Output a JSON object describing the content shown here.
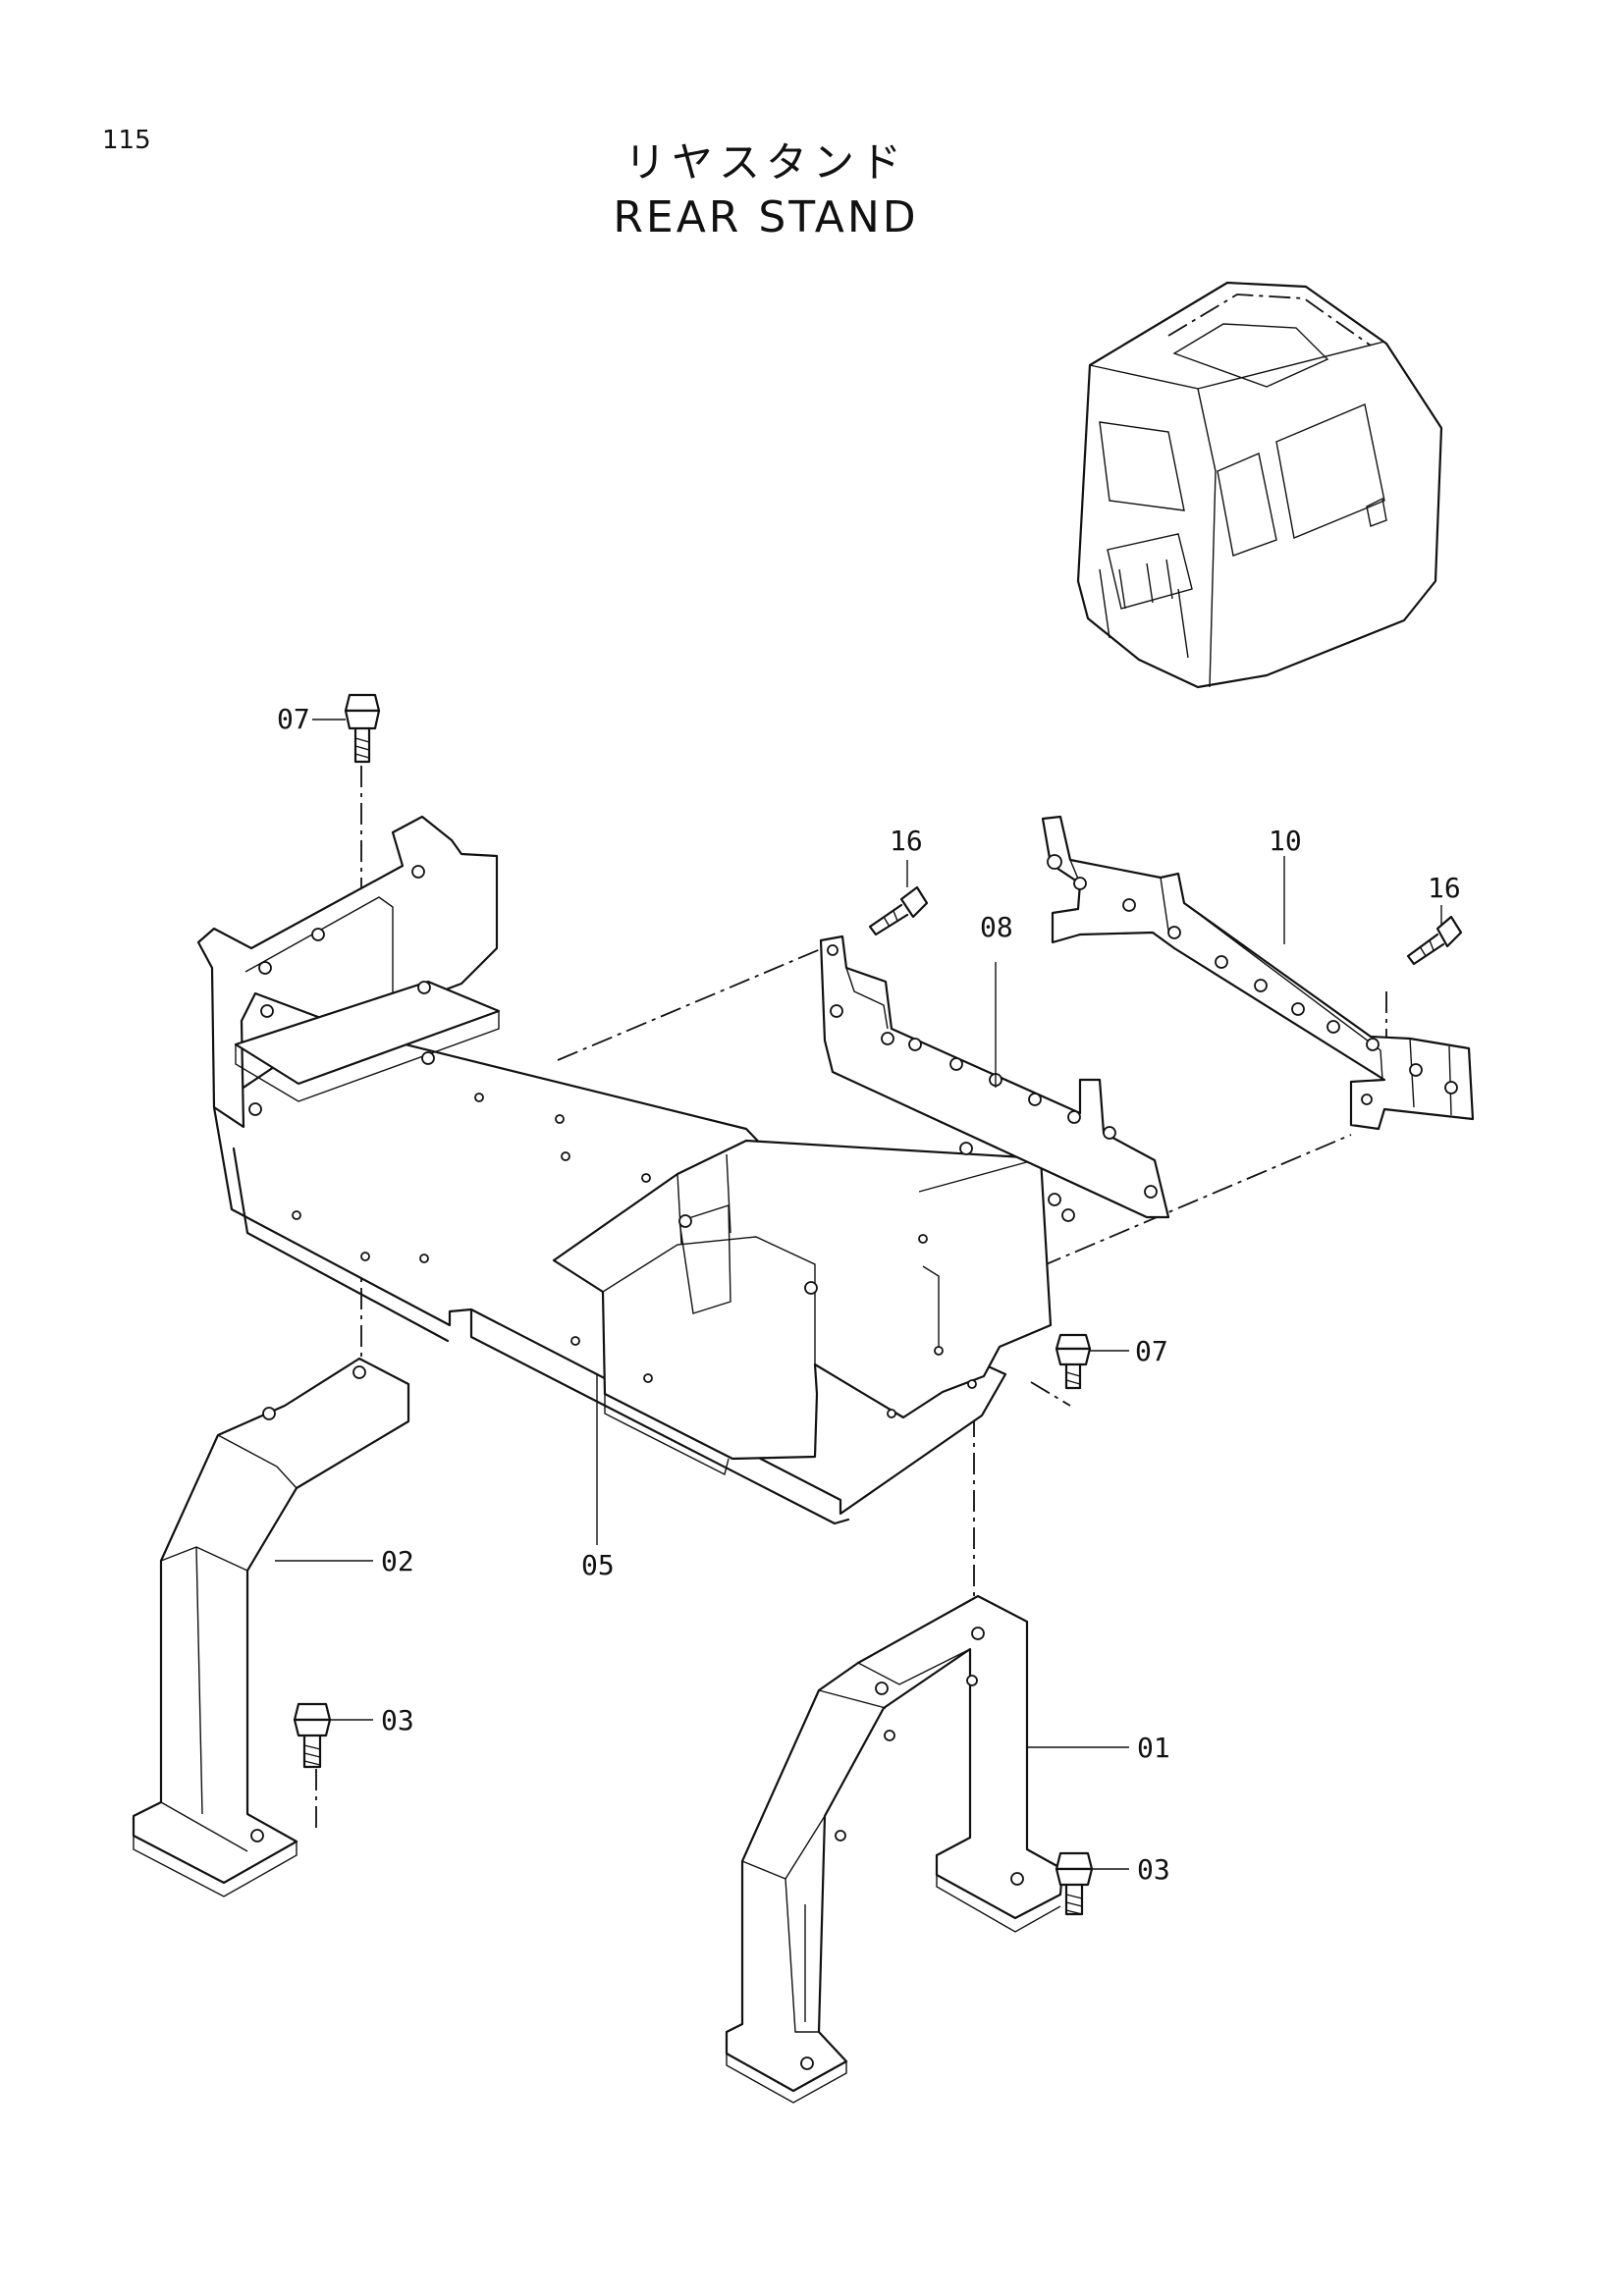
{
  "page": {
    "number": "115",
    "title_jp": "リヤスタンド",
    "title_en": "REAR STAND"
  },
  "callouts": {
    "c07_top": "07",
    "c16_left": "16",
    "c08": "08",
    "c10": "10",
    "c16_right": "16",
    "c07_right": "07",
    "c02": "02",
    "c05": "05",
    "c03_left": "03",
    "c01": "01",
    "c03_right": "03"
  }
}
